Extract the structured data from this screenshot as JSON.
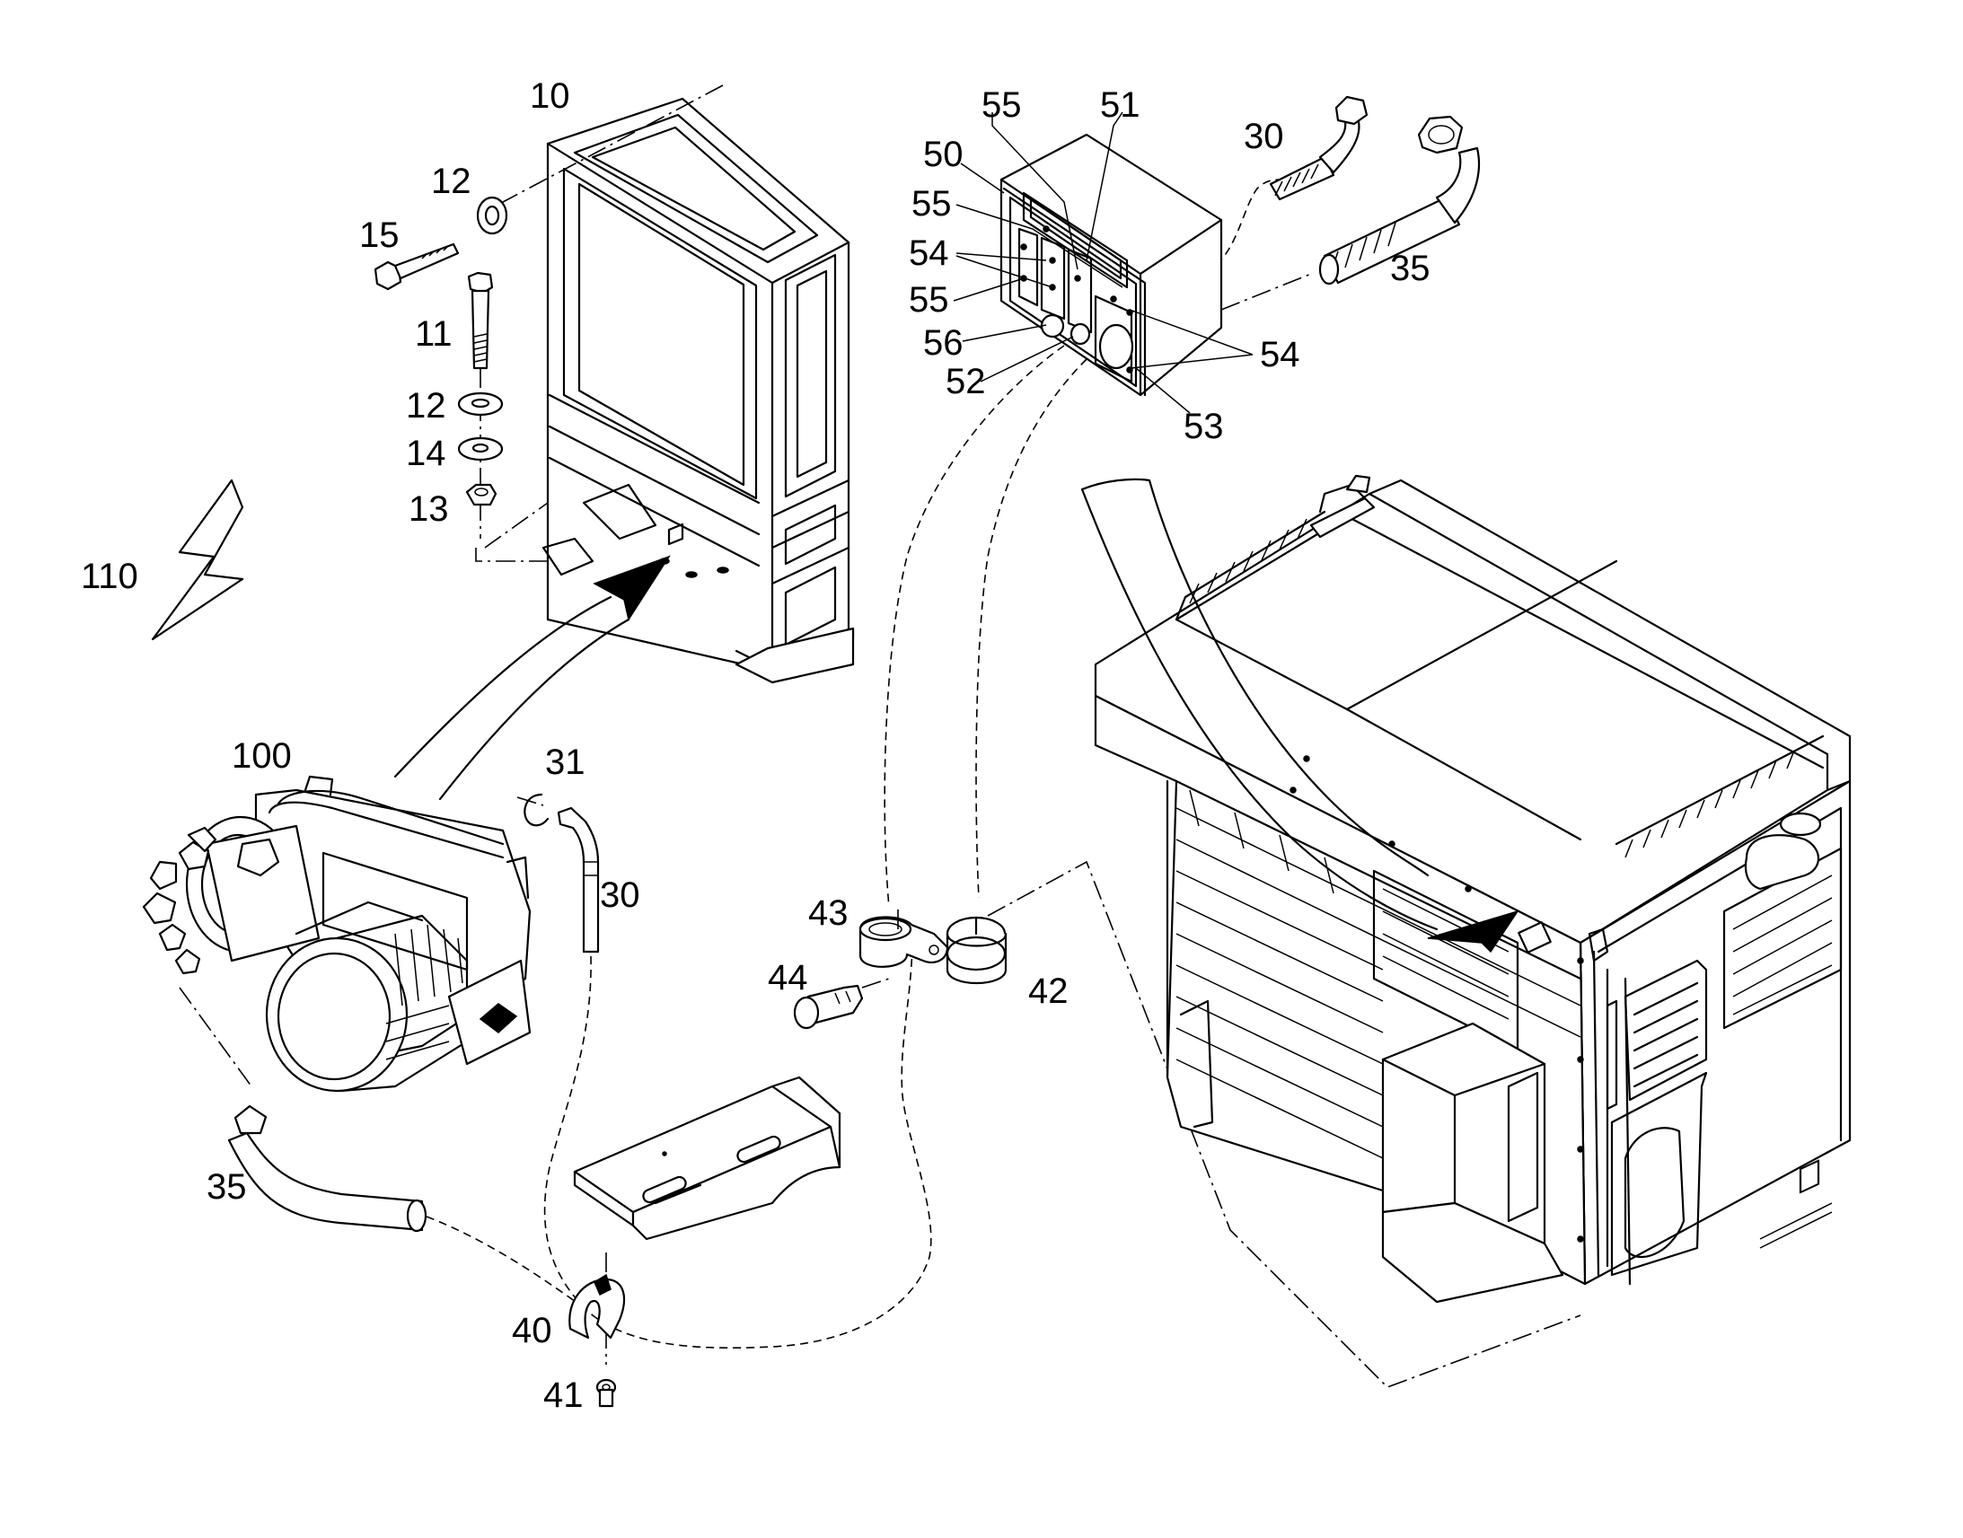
{
  "labels": {
    "l10": "10",
    "l12a": "12",
    "l15": "15",
    "l11": "11",
    "l12b": "12",
    "l14": "14",
    "l13": "13",
    "l110": "110",
    "l100": "100",
    "l31": "31",
    "l30a": "30",
    "l35a": "35",
    "l40": "40",
    "l41": "41",
    "l43": "43",
    "l44": "44",
    "l42": "42",
    "l55a": "55",
    "l51": "51",
    "l50": "50",
    "l55b": "55",
    "l54a": "54",
    "l55c": "55",
    "l56": "56",
    "l52": "52",
    "l53": "53",
    "l54b": "54",
    "l30b": "30",
    "l35b": "35"
  }
}
